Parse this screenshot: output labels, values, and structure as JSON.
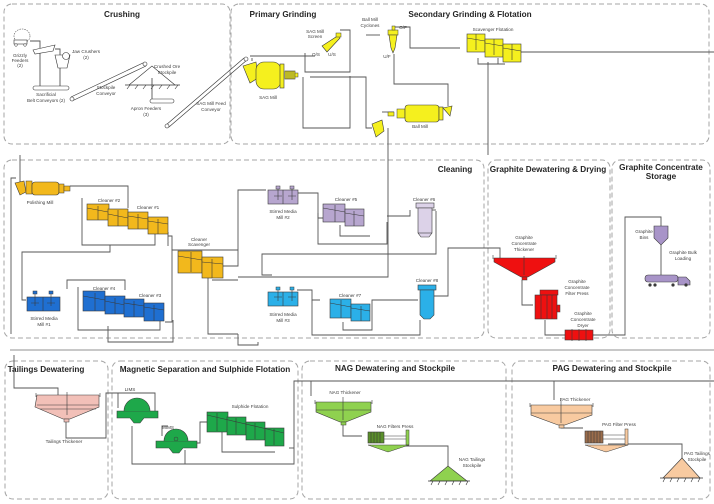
{
  "diagram": {
    "type": "process-flow-sheet",
    "subject": "Graphite processing plant flowsheet"
  },
  "colors": {
    "grinding": "#f5f01e",
    "cleaning_orange": "#f2b81c",
    "cleaning_blue": "#1f6fd1",
    "cleaning_purple": "#b7a6cf",
    "cleaning_lightpurple": "#dcd2e8",
    "cleaning_cyan": "#2bb0e8",
    "dewatering_red": "#ef1010",
    "storage_purple": "#a894c8",
    "tailings_pink": "#f2c0b8",
    "magnetic_green": "#1ea84a",
    "nag_green": "#8fd14f",
    "pag_peach": "#f8caa0",
    "pag_brown": "#9b6d4b",
    "area_border": "#a6a6a6",
    "flow_line": "#555555"
  },
  "areas": {
    "crushing": {
      "title": "Crushing",
      "labels": {
        "grizzly_feeders": [
          "Grizzly",
          "Feeders",
          "(2)"
        ],
        "jaw_crushers": [
          "Jaw Crushers",
          "(2)"
        ],
        "sacrificial_belt": [
          "Sacrificial",
          "Belt Conveyors (2)"
        ],
        "stockpile_conveyor": [
          "Stockpile",
          "Conveyor"
        ],
        "crushed_ore_stockpile": [
          "Crushed Ore",
          "Stockpile"
        ],
        "apron_feeders": [
          "Apron Feeders",
          "(3)"
        ],
        "sag_mill_feed_conveyor": [
          "SAG Mill Feed",
          "Conveyor"
        ]
      }
    },
    "primary_grinding": {
      "title": "Primary Grinding",
      "labels": {
        "sag_mill_screen": [
          "SAG Mill",
          "Screen"
        ],
        "screen_os": "O/S",
        "screen_us": "U/S",
        "sag_mill": "SAG Mill"
      }
    },
    "secondary_grinding": {
      "title": "Secondary Grinding & Flotation",
      "labels": {
        "ball_mill_cyclones": [
          "Ball Mill",
          "Cyclones"
        ],
        "cyclone_of": "O/F",
        "cyclone_uf": "U/F",
        "scavenger_flotation": "Scavenger Flotation",
        "ball_mill": "Ball Mill"
      }
    },
    "cleaning": {
      "title": "Cleaning",
      "labels": {
        "polishing_mill": "Polishing Mill",
        "cleaner_2": "Cleaner #2",
        "cleaner_1": "Cleaner #1",
        "cleaner_scavenger": [
          "Cleaner",
          "Scavenger"
        ],
        "stirred_media_mill_1": [
          "Stirred Media",
          "Mill #1"
        ],
        "cleaner_4": "Cleaner #4",
        "cleaner_3": "Cleaner #3",
        "stirred_media_mill_2": [
          "Stirred Media",
          "Mill #2"
        ],
        "cleaner_5": "Cleaner #5",
        "cleaner_6": "Cleaner #6",
        "stirred_media_mill_3": [
          "Stirred Media",
          "Mill #3"
        ],
        "cleaner_7": "Cleaner #7",
        "cleaner_8": "Cleaner #8"
      }
    },
    "graphite_dewatering": {
      "title": "Graphite Dewatering & Drying",
      "labels": {
        "thickener": [
          "Graphite",
          "Concentrate",
          "Thickener"
        ],
        "filter_press": [
          "Graphite",
          "Concentrate",
          "Filter Press"
        ],
        "dryer": [
          "Graphite",
          "Concentrate",
          "Dryer"
        ]
      }
    },
    "graphite_storage": {
      "title": [
        "Graphite Concentrate",
        "Storage"
      ],
      "labels": {
        "bins": [
          "Graphite",
          "Bins"
        ],
        "bulk_loading": [
          "Graphite Bulk",
          "Loading"
        ]
      }
    },
    "tailings_dewatering": {
      "title": "Tailings Dewatering",
      "labels": {
        "tailings_thickener": "Tailings Thickener"
      }
    },
    "magnetic_separation": {
      "title": "Magnetic Separation and Sulphide Flotation",
      "labels": {
        "lims": "LIMS",
        "mims": "MIMS",
        "sulphide_flotation": "Sulphide Flotation"
      }
    },
    "nag": {
      "title": "NAG Dewatering and Stockpile",
      "labels": {
        "nag_thickener": "NAG Thickener",
        "nag_filter_press": "NAG Filters Press",
        "nag_stockpile": [
          "NAG Tailings",
          "Stockpile"
        ]
      }
    },
    "pag": {
      "title": "PAG Dewatering and Stockpile",
      "labels": {
        "pag_thickener": "PAG Thickener",
        "pag_filter_press": "PAG Filter Press",
        "pag_stockpile": [
          "PAG Tailings",
          "Stockpile"
        ]
      }
    }
  }
}
